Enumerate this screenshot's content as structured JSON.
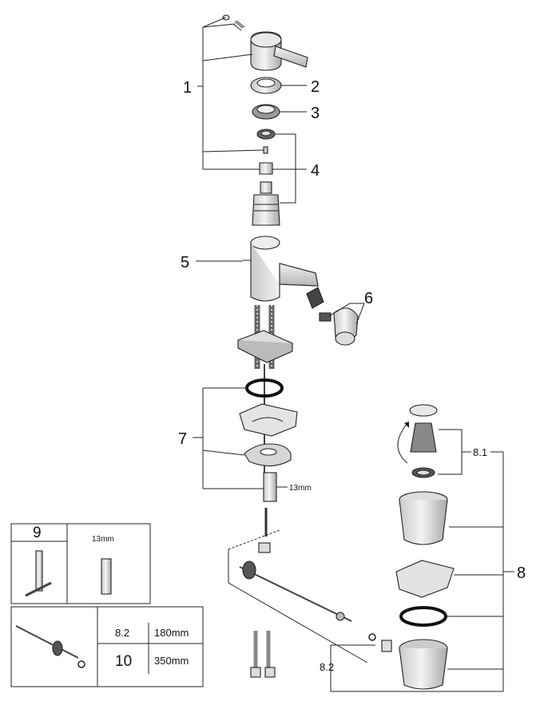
{
  "callouts": {
    "c1": "1",
    "c2": "2",
    "c3": "3",
    "c4": "4",
    "c5": "5",
    "c6": "6",
    "c7": "7",
    "c8": "8",
    "c8_1": "8.1",
    "c8_2": "8.2"
  },
  "dimension_label": "13mm",
  "legend": {
    "tool_callout": "9",
    "tool_size": "13mm",
    "rows": [
      {
        "code": "8.2",
        "length": "180mm"
      },
      {
        "code": "10",
        "length": "350mm"
      }
    ]
  },
  "colors": {
    "line": "#222222",
    "light_grey": "#e6e6e6",
    "mid_grey": "#bdbdbd",
    "dark_grey": "#8a8a8a"
  }
}
